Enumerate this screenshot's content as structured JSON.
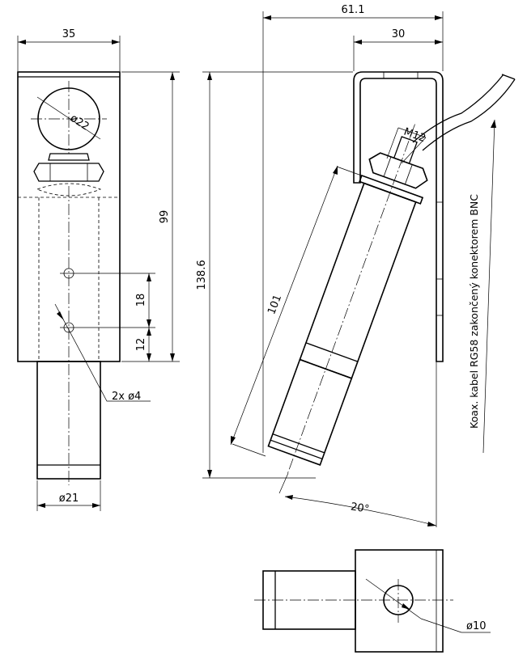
{
  "dimensions": {
    "front_width": "35",
    "bore_diameter": "ø22",
    "front_height": "99",
    "hole_spacing": "18",
    "hole_offset": "12",
    "holes": "2x ø4",
    "shaft_diameter": "ø21",
    "overall_width": "61.1",
    "bracket_width": "30",
    "thread": "M12",
    "overall_height": "138.6",
    "sensor_length": "101",
    "angle": "20°",
    "top_hole_diameter": "ø10"
  },
  "notes": {
    "cable": "Koax. kabel RG58 zakončený konektorem BNC"
  }
}
